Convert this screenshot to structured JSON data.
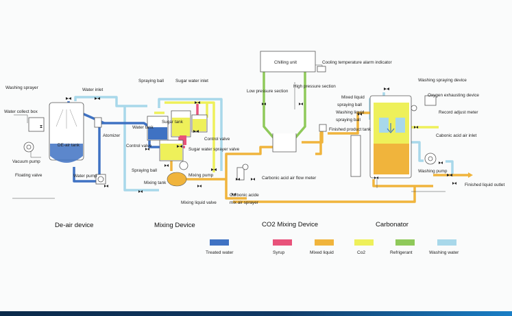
{
  "colors": {
    "treated_water": "#3f72c3",
    "syrup": "#e8527a",
    "mixed_liquid": "#f0b43c",
    "co2": "#eef05a",
    "refrigerant": "#8fc95a",
    "washing_water": "#a8d8ea"
  },
  "labels": {
    "washing_sprayer": "Washing sprayer",
    "water_inlet": "Water inlet",
    "water_collect_box": "Water collect box",
    "atomizer": "Atomizer",
    "de_air_tank": "DE-air tank",
    "vacuum_pump": "Vacuum pump",
    "floating_valve": "Floating valve",
    "water_pump": "Water pump",
    "spraying_ball_top": "Spraying ball",
    "sugar_water_inlet": "Sugar water inlet",
    "water_tank": "Water tank",
    "sugar_tank": "Sugar tank",
    "control_valve_right": "Control valve",
    "control_valve_left": "Control valve",
    "sugar_water_sprayer_valve": "Sugar water sprayer valve",
    "spraying_ball_lower": "Spraying ball",
    "mixing_pump": "Mixing pump",
    "mixing_tank": "Mixing tank",
    "mixing_liquid_valve": "Mixing liquid valve",
    "carbonic_acid_air_flow_meter": "Carbonic acid air flow meter",
    "carbonic_acid_line1": "Carbonic acide",
    "carbonic_acid_line2": "mix air sprayer",
    "chilling_unit": "Chilling unit",
    "cooling_temp_alarm": "Cooling temperature alarm indicator",
    "high_pressure_section": "High pressure section",
    "low_pressure_section": "Low pressure section",
    "finished_product_tank": "Finished product tank",
    "mixed_liquid_spraying_ball_1": "Mixed liquid",
    "mixed_liquid_spraying_ball_2": "spraying ball",
    "washing_liquid_spraying_ball_1": "Washing liquid",
    "washing_liquid_spraying_ball_2": "spraying ball",
    "washing_spraying_device": "Washing spraying device",
    "oxygen_exhausting_device": "Oxygen exhausting device",
    "record_adjust_meter": "Record adjust meter",
    "carbonic_acid_air_inlet": "Cabonic acid air inlet",
    "washing_pump": "Washing pump",
    "finished_liquid_outlet": "Finished liquid outlet"
  },
  "sections": {
    "de_air": "De-air device",
    "mixing": "Mixing Device",
    "co2_mixing": "CO2 Mixing Device",
    "carbonator": "Carbonator"
  },
  "legend": [
    {
      "label": "Treated water",
      "color": "#3f72c3"
    },
    {
      "label": "Syrup",
      "color": "#e8527a"
    },
    {
      "label": "Mixed liquid",
      "color": "#f0b43c"
    },
    {
      "label": "Co2",
      "color": "#eef05a"
    },
    {
      "label": "Refrigerant",
      "color": "#8fc95a"
    },
    {
      "label": "Washing water",
      "color": "#a8d8ea"
    }
  ]
}
